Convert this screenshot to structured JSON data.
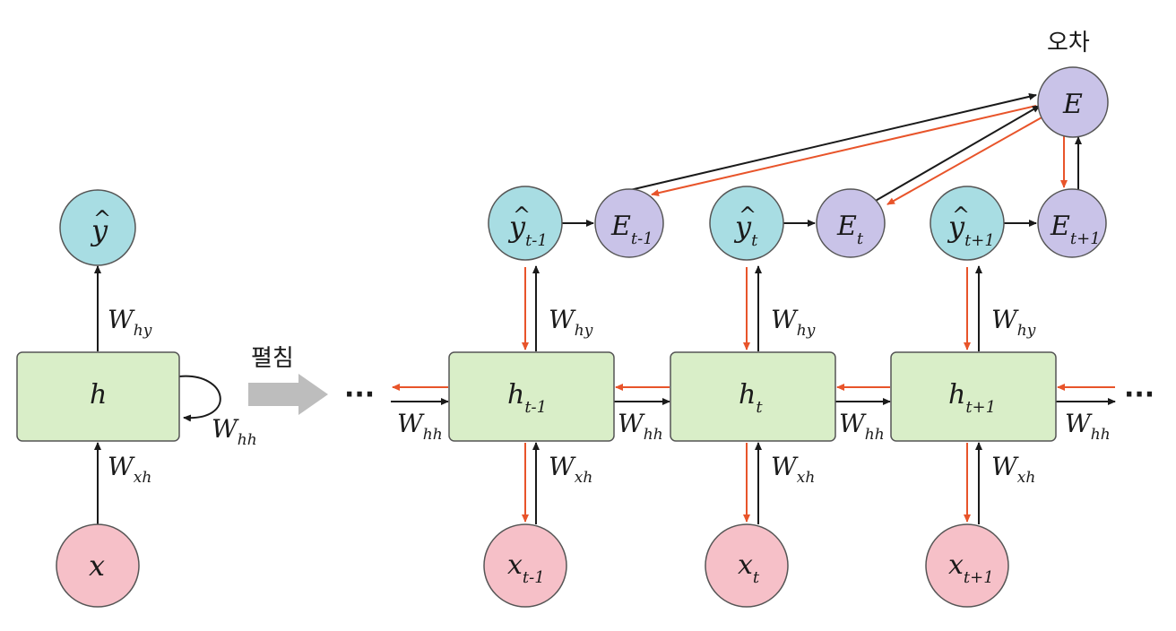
{
  "labels": {
    "unfold": "펼침",
    "error": "오차",
    "ellipsis": "···"
  },
  "folded": {
    "output": {
      "main": "y",
      "hat": "^"
    },
    "hidden": {
      "main": "h"
    },
    "input": {
      "main": "x"
    },
    "w_hy": {
      "main": "W",
      "sub": "hy"
    },
    "w_xh": {
      "main": "W",
      "sub": "xh"
    },
    "w_hh": {
      "main": "W",
      "sub": "hh"
    }
  },
  "unrolled": [
    {
      "output": {
        "main": "y",
        "hat": "^",
        "sub": "t-1"
      },
      "error": {
        "main": "E",
        "sub": "t-1"
      },
      "hidden": {
        "main": "h",
        "sub": "t-1"
      },
      "input": {
        "main": "x",
        "sub": "t-1"
      },
      "w_hy": {
        "main": "W",
        "sub": "hy"
      },
      "w_xh": {
        "main": "W",
        "sub": "xh"
      },
      "w_hh": {
        "main": "W",
        "sub": "hh"
      }
    },
    {
      "output": {
        "main": "y",
        "hat": "^",
        "sub": "t"
      },
      "error": {
        "main": "E",
        "sub": "t"
      },
      "hidden": {
        "main": "h",
        "sub": "t"
      },
      "input": {
        "main": "x",
        "sub": "t"
      },
      "w_hy": {
        "main": "W",
        "sub": "hy"
      },
      "w_xh": {
        "main": "W",
        "sub": "xh"
      },
      "w_hh": {
        "main": "W",
        "sub": "hh"
      }
    },
    {
      "output": {
        "main": "y",
        "hat": "^",
        "sub": "t+1"
      },
      "error": {
        "main": "E",
        "sub": "t+1"
      },
      "hidden": {
        "main": "h",
        "sub": "t+1"
      },
      "input": {
        "main": "x",
        "sub": "t+1"
      },
      "w_hy": {
        "main": "W",
        "sub": "hy"
      },
      "w_xh": {
        "main": "W",
        "sub": "xh"
      },
      "w_hh": {
        "main": "W",
        "sub": "hh"
      }
    }
  ],
  "w_hh_in": {
    "main": "W",
    "sub": "hh"
  },
  "total_error": {
    "main": "E"
  },
  "colors": {
    "output_fill": "#a8dde3",
    "error_fill": "#c9c3e8",
    "hidden_fill": "#d9eec8",
    "input_fill": "#f6c0c8",
    "forward_arrow": "#1a1a1a",
    "backward_arrow": "#e8542a",
    "unfold_arrow": "#bdbdbd"
  }
}
